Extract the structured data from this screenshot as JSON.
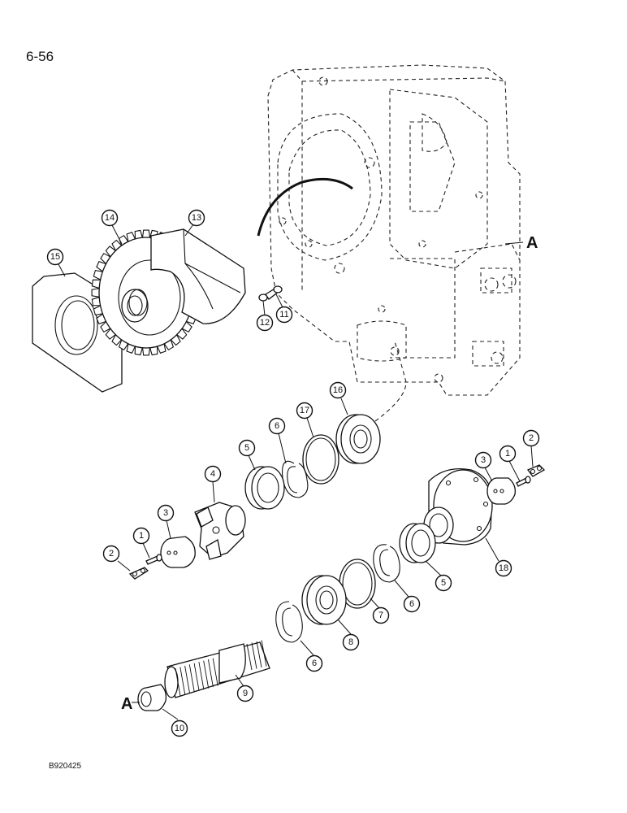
{
  "page_number": "6-56",
  "figure_code": "B920425",
  "reference_letters": {
    "upper": "A",
    "lower": "A"
  },
  "callouts": {
    "c14": "14",
    "c13": "13",
    "c15": "15",
    "c11": "11",
    "c12": "12",
    "c16": "16",
    "c17": "17",
    "c6a": "6",
    "c5a": "5",
    "c4": "4",
    "c3a": "3",
    "c1a": "1",
    "c2a": "2",
    "c2b": "2",
    "c1b": "1",
    "c3b": "3",
    "c18": "18",
    "c5b": "5",
    "c6b": "6",
    "c7": "7",
    "c8": "8",
    "c6c": "6",
    "c9": "9",
    "c10": "10"
  }
}
